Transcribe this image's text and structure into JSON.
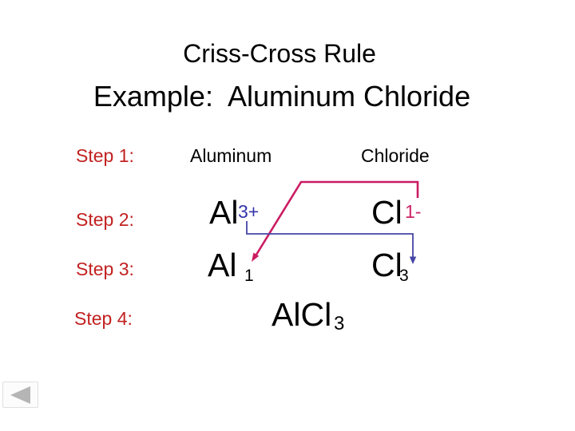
{
  "slide": {
    "title": "Criss-Cross Rule",
    "subtitle": "Example:  Aluminum Chloride"
  },
  "steps": {
    "step1": {
      "label": "Step 1:",
      "left": "Aluminum",
      "right": "Chloride"
    },
    "step2": {
      "label": "Step 2:",
      "left_element": "Al",
      "left_charge": "3+",
      "right_element": "Cl",
      "right_charge": "1-"
    },
    "step3": {
      "label": "Step 3:",
      "left_element": "Al",
      "left_subscript": "1",
      "right_element": "Cl",
      "right_subscript": "3"
    },
    "step4": {
      "label": "Step 4:",
      "formula": "AlCl",
      "formula_subscript": "3"
    }
  },
  "colors": {
    "step_label_red": "#c22121",
    "positive_charge_blue": "#3434ab",
    "negative_charge_crimson": "#cd2468",
    "crisscross_arrow_magenta": "#cb1c63",
    "crisscross_arrow_blue": "#4545a6",
    "back_button_triangle_gray": "#b5b5b5"
  },
  "nav": {
    "back_button_icon": "left-triangle"
  }
}
